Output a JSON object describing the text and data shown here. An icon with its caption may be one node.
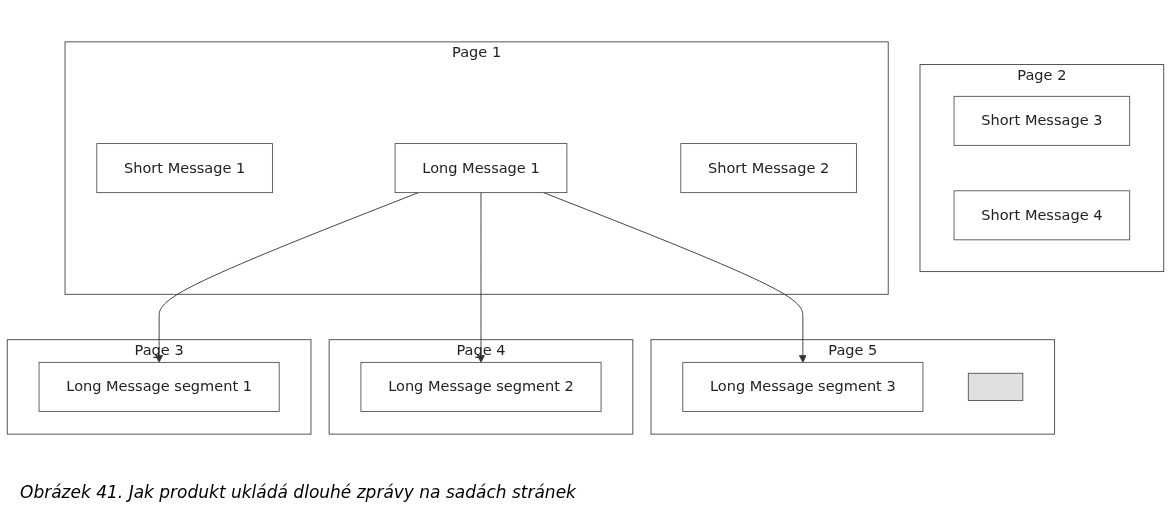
{
  "diagram": {
    "caption": "Obrázek 41. Jak produkt ukládá dlouhé zprávy na sadách stránek",
    "nodes": [
      {
        "text": [
          "Page 1"
        ]
      },
      {
        "text": [
          "Short Message 1"
        ],
        "in": 0
      },
      {
        "text": [
          "Long Message 1"
        ],
        "in": 0
      },
      {
        "text": [
          "Short Message 2"
        ],
        "in": 0
      },
      {
        "text": [
          "Page 2"
        ]
      },
      {
        "text": [
          "Short Message 3"
        ],
        "in": 4
      },
      {
        "text": [
          "Short Message 4"
        ],
        "in": 4
      },
      {
        "text": [
          "Page 3"
        ]
      },
      {
        "text": [
          "Long Message segment 1"
        ],
        "in": 7
      },
      {
        "text": [
          "Page 4"
        ]
      },
      {
        "text": [
          "Long Message segment 2"
        ],
        "in": 9
      },
      {
        "text": [
          "Page 5"
        ]
      },
      {
        "text": [
          "Long Message segment 3"
        ],
        "in": 11
      },
      {
        "text": [],
        "shape": "box",
        "in": 11
      }
    ],
    "edges": [
      {
        "from": 2,
        "to": 8,
        "arrow": "to"
      },
      {
        "from": 2,
        "to": 10,
        "arrow": "to"
      },
      {
        "from": 2,
        "to": 12,
        "arrow": "to"
      }
    ]
  }
}
